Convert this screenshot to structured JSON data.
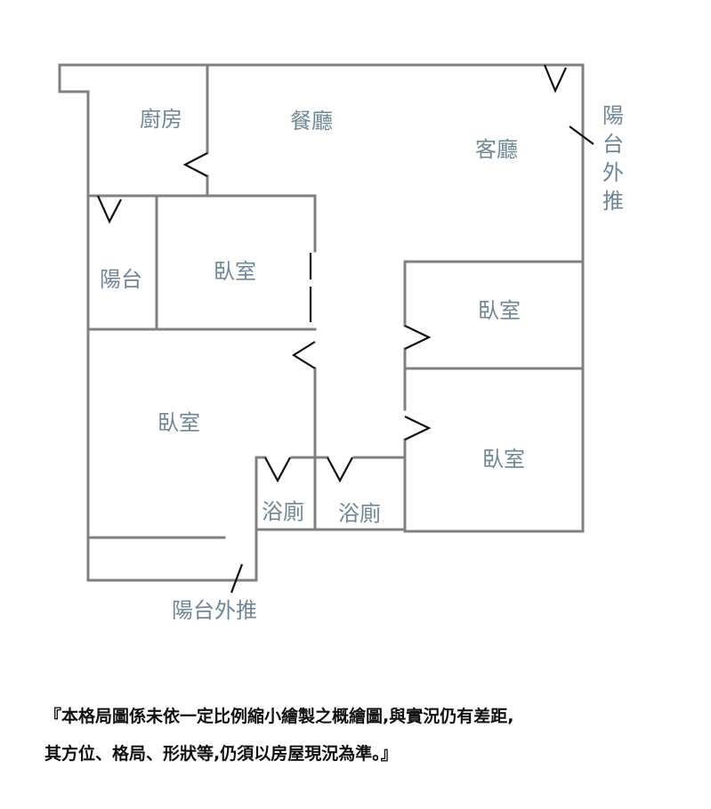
{
  "rooms": {
    "kitchen": "廚房",
    "dining": "餐廳",
    "living": "客廳",
    "balcony_small": "陽台",
    "bedroom_top": "臥室",
    "bedroom_right_upper": "臥室",
    "bedroom_left_large": "臥室",
    "bedroom_right_lower": "臥室",
    "bathroom_1": "浴廁",
    "bathroom_2": "浴廁"
  },
  "balcony_right_chars": [
    "陽",
    "台",
    "外",
    "推"
  ],
  "balcony_bottom": "陽台外推",
  "disclaimer": {
    "line1": "『本格局圖係未依一定比例縮小繪製之概繪圖,與實況仍有差距,",
    "line2": "其方位、格局、形狀等,仍須以房屋現況為準。』"
  }
}
